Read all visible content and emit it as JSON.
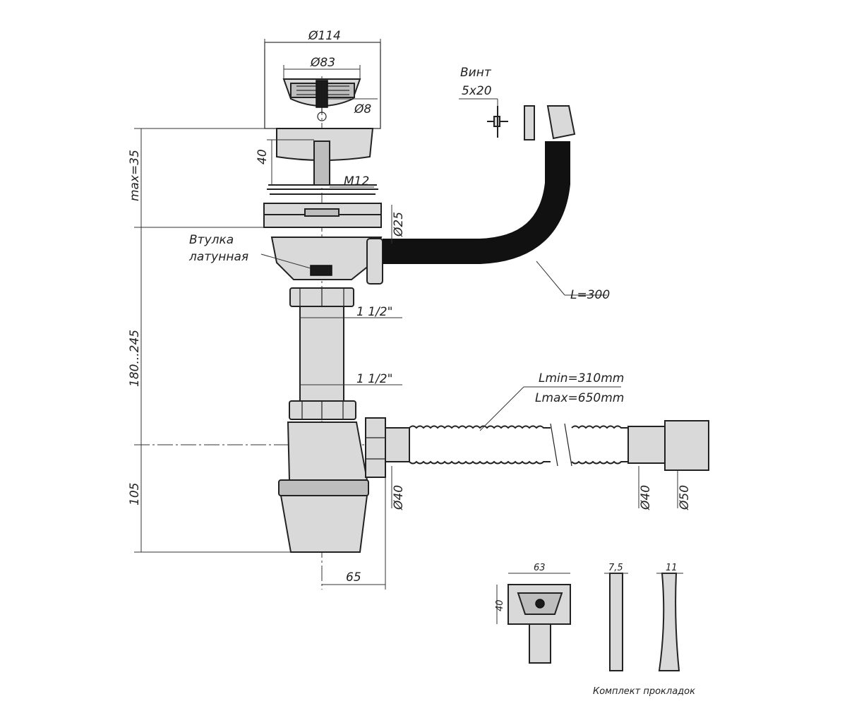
{
  "labels": {
    "d114": "Ø114",
    "d83": "Ø83",
    "d8": "Ø8",
    "h40": "40",
    "m12": "M12",
    "max35": "max=35",
    "d25": "Ø25",
    "vtulka_line1": "Втулка",
    "vtulka_line2": "латунная",
    "thread1": "1 1/2\"",
    "thread2": "1 1/2\"",
    "range": "180...245",
    "h105": "105",
    "w65": "65",
    "d40_trap": "Ø40",
    "lmin": "Lmin=310mm",
    "lmax": "Lmax=650mm",
    "d40_end": "Ø40",
    "d50_end": "Ø50",
    "vint_line1": "Винт",
    "vint_line2": "5x20",
    "hose_len": "L=300",
    "w63": "63",
    "h40_small": "40",
    "t7_5": "7,5",
    "t11": "11",
    "gaskets_caption": "Комплект прокладок"
  }
}
